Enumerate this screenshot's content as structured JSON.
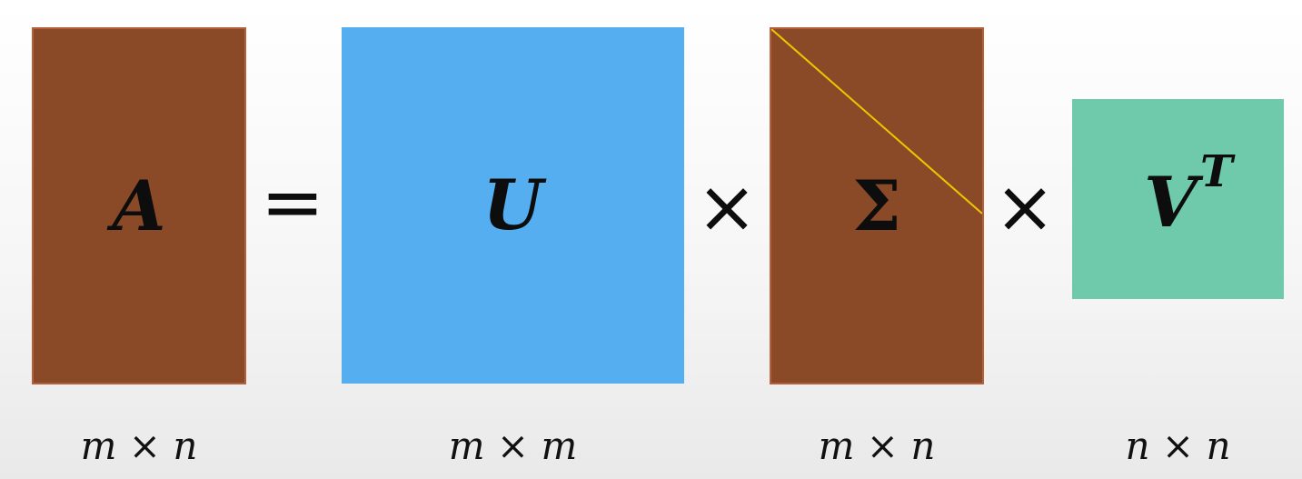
{
  "colors": {
    "matrix_a": "#8b4a27",
    "matrix_u": "#54aef0",
    "matrix_sigma": "#8b4a27",
    "matrix_vt": "#6fcaab",
    "diagonal_line": "#f0c400"
  },
  "matrices": {
    "a": {
      "symbol": "A",
      "dims": "m × n"
    },
    "u": {
      "symbol": "U",
      "dims": "m × m"
    },
    "sigma": {
      "symbol": "Σ",
      "dims": "m × n"
    },
    "vt": {
      "symbol": "V",
      "superscript": "T",
      "dims": "n × n"
    }
  },
  "operators": {
    "equals": "=",
    "times_1": "×",
    "times_2": "×"
  }
}
